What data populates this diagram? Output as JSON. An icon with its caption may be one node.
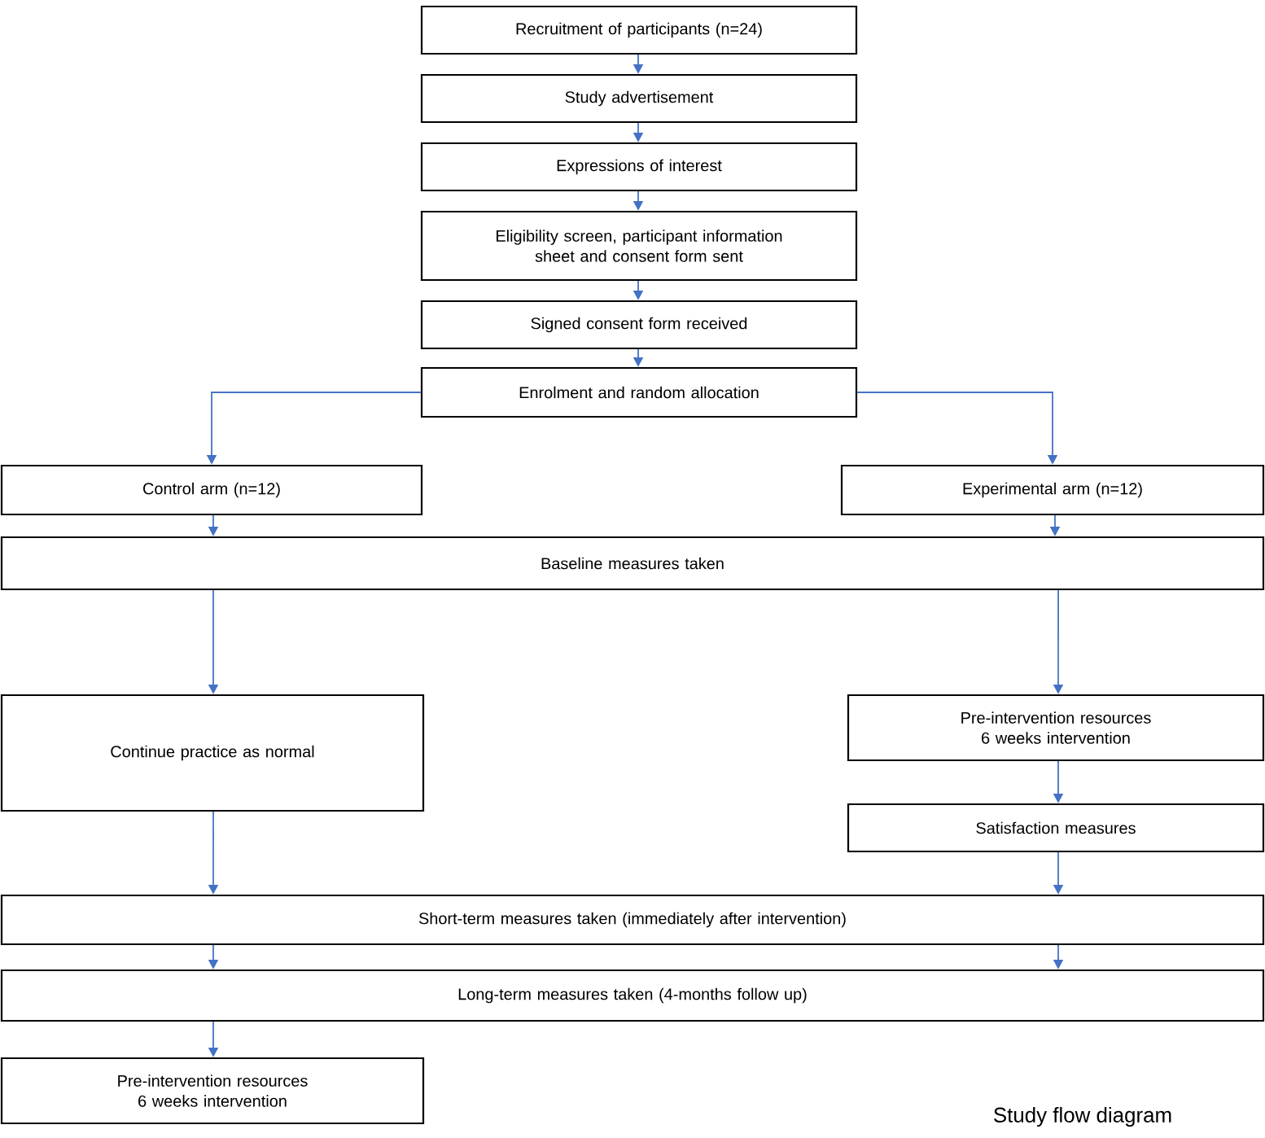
{
  "diagram": {
    "caption": "Study flow diagram",
    "nodes": [
      {
        "text": [
          "Recruitment of participants (n=24)"
        ]
      },
      {
        "text": [
          "Study advertisement"
        ]
      },
      {
        "text": [
          "Expressions of interest"
        ]
      },
      {
        "text": [
          "Eligibility screen, participant information sheet and consent form sent"
        ]
      },
      {
        "text": [
          "Signed consent form received"
        ]
      },
      {
        "text": [
          "Enrolment and random allocation"
        ]
      },
      {
        "text": [
          "Control arm (n=12)"
        ]
      },
      {
        "text": [
          "Experimental arm (n=12)"
        ]
      },
      {
        "text": [
          "Baseline measures taken"
        ]
      },
      {
        "text": [
          "Continue practice as normal"
        ]
      },
      {
        "text": [
          "Pre-intervention resources 6 weeks intervention"
        ]
      },
      {
        "text": [
          "Satisfaction measures"
        ]
      },
      {
        "text": [
          "Short-term measures taken (immediately after intervention)"
        ]
      },
      {
        "text": [
          "Long-term measures taken (4-months follow up)"
        ]
      },
      {
        "text": [
          "Pre-intervention resources 6 weeks intervention"
        ]
      }
    ],
    "edges": [
      {
        "from": 0,
        "to": 1,
        "arrow": "to"
      },
      {
        "from": 1,
        "to": 2,
        "arrow": "to"
      },
      {
        "from": 2,
        "to": 3,
        "arrow": "to"
      },
      {
        "from": 3,
        "to": 4,
        "arrow": "to"
      },
      {
        "from": 4,
        "to": 5,
        "arrow": "to"
      },
      {
        "from": 5,
        "to": 6,
        "arrow": "to"
      },
      {
        "from": 5,
        "to": 7,
        "arrow": "to"
      },
      {
        "from": 6,
        "to": 8,
        "arrow": "to"
      },
      {
        "from": 7,
        "to": 8,
        "arrow": "to"
      },
      {
        "from": 8,
        "to": 9,
        "arrow": "to"
      },
      {
        "from": 8,
        "to": 10,
        "arrow": "to"
      },
      {
        "from": 10,
        "to": 11,
        "arrow": "to"
      },
      {
        "from": 9,
        "to": 12,
        "arrow": "to"
      },
      {
        "from": 11,
        "to": 12,
        "arrow": "to"
      },
      {
        "from": 12,
        "to": 13,
        "arrow": "to"
      },
      {
        "from": 12,
        "to": 13,
        "arrow": "to"
      },
      {
        "from": 13,
        "to": 14,
        "arrow": "to"
      }
    ]
  }
}
